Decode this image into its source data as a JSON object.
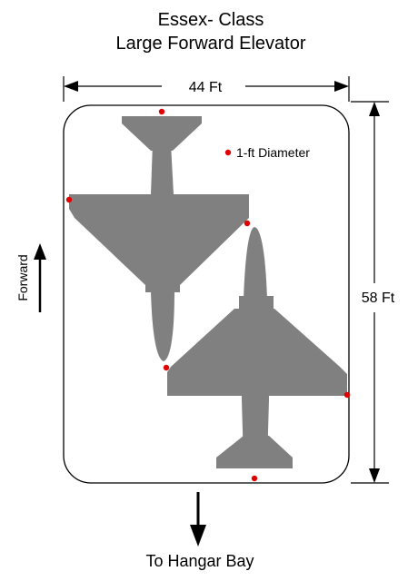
{
  "title": {
    "line1": "Essex- Class",
    "line2": "Large Forward Elevator"
  },
  "dimensions": {
    "width_label": "44 Ft",
    "length_label": "58 Ft"
  },
  "legend": {
    "marker_label": "1-ft Diameter"
  },
  "labels": {
    "forward": "Forward",
    "hangar_bay": "To Hangar Bay"
  },
  "colors": {
    "aircraft": "#808080",
    "marker": "#e00000",
    "outline": "#000000"
  },
  "icons": {
    "aircraft": "a4-skyhawk-silhouette",
    "marker": "red-dot",
    "arrow": "arrow"
  }
}
